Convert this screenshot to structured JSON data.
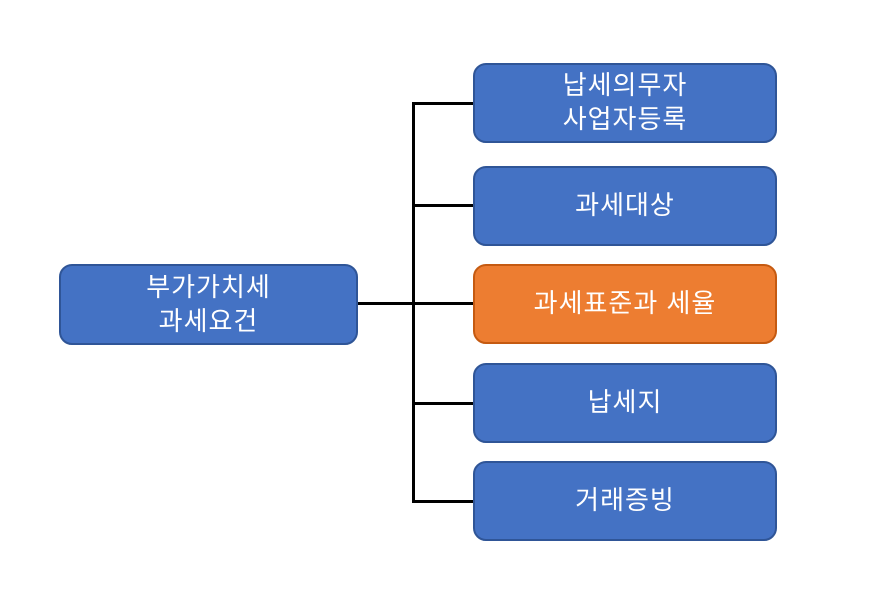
{
  "diagram": {
    "title_semantic": "VAT taxation requirements hierarchy",
    "root": {
      "lines": [
        "부가가치세",
        "과세요건"
      ],
      "variant": "blue"
    },
    "children": [
      {
        "lines": [
          "납세의무자",
          "사업자등록"
        ],
        "variant": "blue"
      },
      {
        "lines": [
          "과세대상"
        ],
        "variant": "blue"
      },
      {
        "lines": [
          "과세표준과 세율"
        ],
        "variant": "orange"
      },
      {
        "lines": [
          "납세지"
        ],
        "variant": "blue"
      },
      {
        "lines": [
          "거래증빙"
        ],
        "variant": "blue"
      }
    ]
  },
  "colors": {
    "background": "#ffffff",
    "blue_fill": "#4472C4",
    "blue_border": "#2F5597",
    "orange_fill": "#ED7D31",
    "orange_border": "#C55A11",
    "connector_line": "#000000",
    "text": "#ffffff"
  }
}
